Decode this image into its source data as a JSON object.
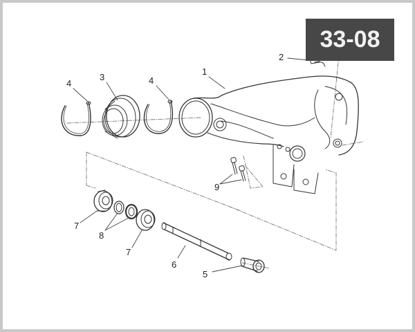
{
  "diagram": {
    "title_badge": "33-08",
    "badge_bg": "#474747",
    "badge_fg": "#f2f2f2",
    "frame_color": "#c9c9c9",
    "line_color": "#333333",
    "callouts": [
      {
        "label": "1",
        "part": "swingarm"
      },
      {
        "label": "2",
        "part": "top-bolt"
      },
      {
        "label": "3",
        "part": "dust-seal-cover"
      },
      {
        "label": "4",
        "part": "circlip-left"
      },
      {
        "label": "4",
        "part": "circlip-right"
      },
      {
        "label": "5",
        "part": "pivot-nut-sleeve"
      },
      {
        "label": "6",
        "part": "pivot-shaft"
      },
      {
        "label": "7",
        "part": "bearing-left"
      },
      {
        "label": "7",
        "part": "bearing-right"
      },
      {
        "label": "8",
        "part": "spacer-rings"
      },
      {
        "label": "9",
        "part": "cap-screws"
      }
    ]
  }
}
